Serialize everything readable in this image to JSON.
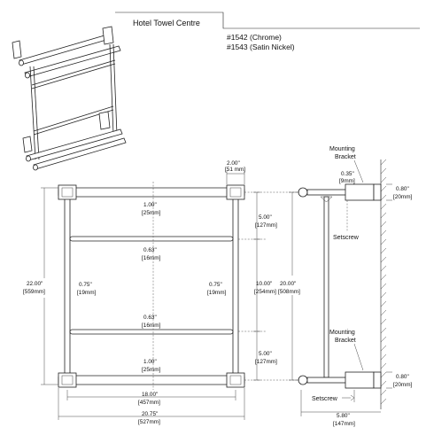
{
  "title_block": {
    "product_name": "Hotel Towel Centre",
    "model_chrome": "#1542 (Chrome)",
    "model_satin": "#1543 (Satin Nickel)"
  },
  "front_view": {
    "top_post_width_in": "2.00\"",
    "top_post_width_mm": "[51 mm]",
    "top_bar_dia_in": "1.00\"",
    "top_bar_dia_mm": "[25mm]",
    "rod1_dia_in": "0.63\"",
    "rod1_dia_mm": "[16mm]",
    "left_post_dia_in": "0.75\"",
    "left_post_dia_mm": "[19mm]",
    "right_post_dia_in": "0.75\"",
    "right_post_dia_mm": "[19mm]",
    "rod2_dia_in": "0.63\"",
    "rod2_dia_mm": "[16mm]",
    "bottom_bar_dia_in": "1.00\"",
    "bottom_bar_dia_mm": "[25mm]",
    "overall_height_in": "22.00\"",
    "overall_height_mm": "[559mm]",
    "inner_width_in": "18.00\"",
    "inner_width_mm": "[457mm]",
    "overall_width_in": "20.75\"",
    "overall_width_mm": "[527mm]",
    "spacing_top_in": "5.00\"",
    "spacing_top_mm": "[127mm]",
    "spacing_mid_in": "10.00\"",
    "spacing_mid_mm": "[254mm]",
    "spacing_bottom_in": "5.00\"",
    "spacing_bottom_mm": "[127mm]"
  },
  "side_view": {
    "bracket_label_top_1": "Mounting",
    "bracket_label_top_2": "Bracket",
    "bracket_thickness_in": "0.35\"",
    "bracket_thickness_mm": "[9mm]",
    "bracket_dia_top_in": "0.80\"",
    "bracket_dia_top_mm": "[20mm]",
    "setscrew_label_top": "Setscrew",
    "center_distance_in": "20.00\"",
    "center_distance_mm": "[508mm]",
    "bracket_label_bottom_1": "Mounting",
    "bracket_label_bottom_2": "Bracket",
    "bracket_dia_bottom_in": "0.80\"",
    "bracket_dia_bottom_mm": "[20mm]",
    "setscrew_label_bottom": "Setscrew",
    "projection_in": "5.80\"",
    "projection_mm": "[147mm]"
  }
}
